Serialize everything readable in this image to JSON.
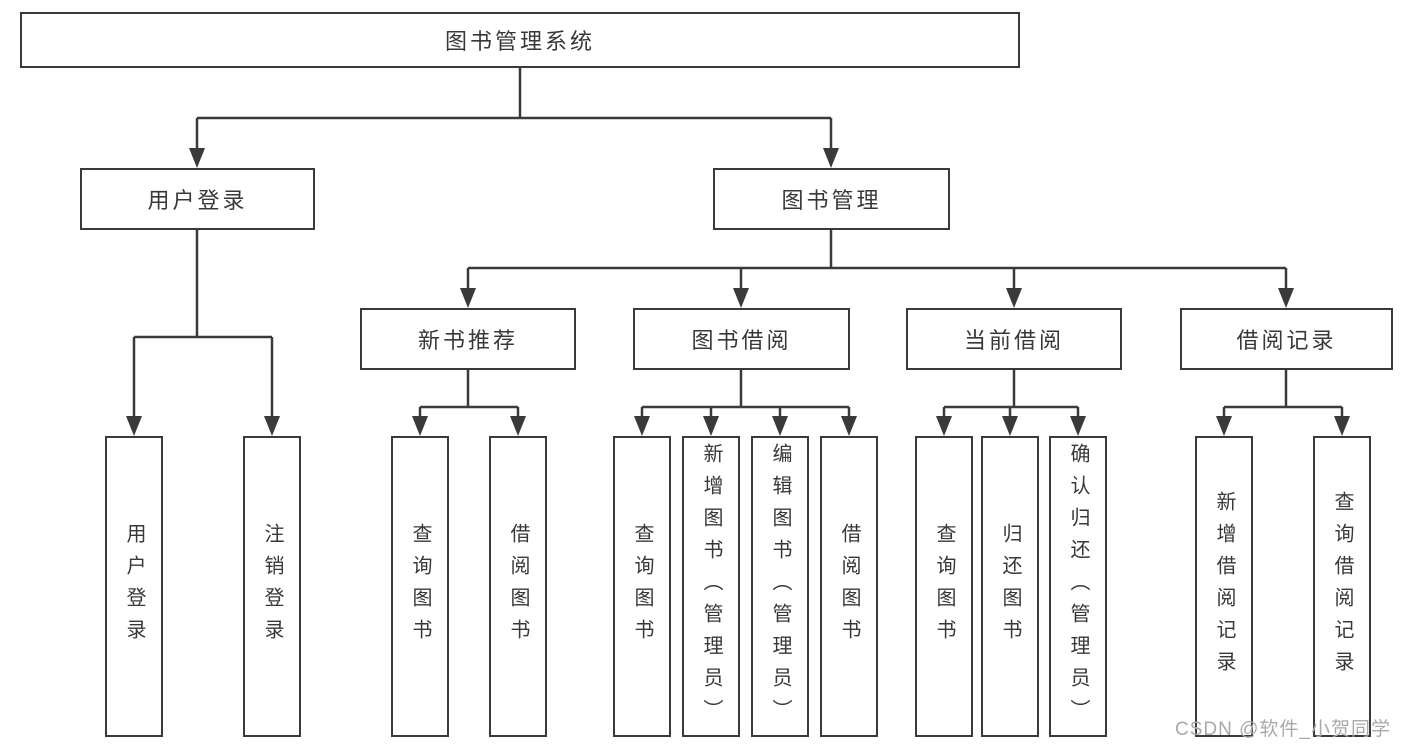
{
  "colors": {
    "line": "#3a3a3a",
    "box_border": "#3a3a3a",
    "text": "#383838",
    "background": "#ffffff",
    "watermark": "#a9a9a9"
  },
  "nodes": {
    "root": "图书管理系统",
    "user_login": "用户登录",
    "book_mgmt": "图书管理",
    "new_book_rec": "新书推荐",
    "book_borrow": "图书借阅",
    "current_borrow": "当前借阅",
    "borrow_records": "借阅记录",
    "ul_leaf_login": "用户登录",
    "ul_leaf_logout": "注销登录",
    "nbr_leaf_query": "查询图书",
    "nbr_leaf_borrow": "借阅图书",
    "bb_leaf_query": "查询图书",
    "bb_leaf_add": "新增图书（管理员）",
    "bb_leaf_edit": "编辑图书（管理员）",
    "bb_leaf_borrow": "借阅图书",
    "cb_leaf_query": "查询图书",
    "cb_leaf_return": "归还图书",
    "cb_leaf_confirm": "确认归还（管理员）",
    "br_leaf_add": "新增借阅记录",
    "br_leaf_query": "查询借阅记录"
  },
  "hierarchy": {
    "root": {
      "user_login": [
        "ul_leaf_login",
        "ul_leaf_logout"
      ],
      "book_mgmt": {
        "new_book_rec": [
          "nbr_leaf_query",
          "nbr_leaf_borrow"
        ],
        "book_borrow": [
          "bb_leaf_query",
          "bb_leaf_add",
          "bb_leaf_edit",
          "bb_leaf_borrow"
        ],
        "current_borrow": [
          "cb_leaf_query",
          "cb_leaf_return",
          "cb_leaf_confirm"
        ],
        "borrow_records": [
          "br_leaf_add",
          "br_leaf_query"
        ]
      }
    }
  },
  "watermark": "CSDN @软件_小贺同学"
}
